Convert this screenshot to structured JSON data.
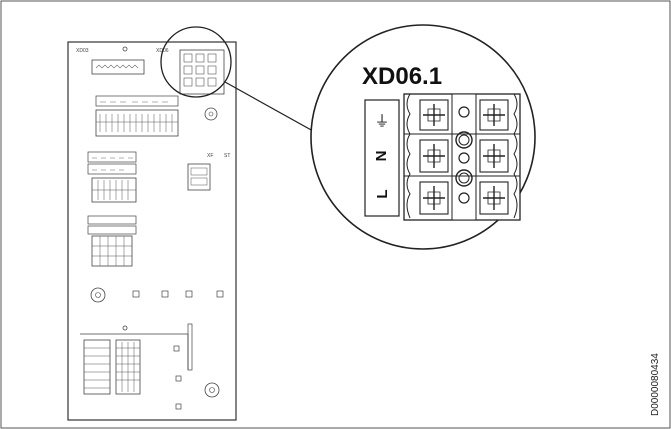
{
  "diagram": {
    "labels": {
      "board_connector_top_left": "XD03",
      "board_connector_top_right": "XD06",
      "board_connector_side": "XF",
      "board_connector_side_2": "ST",
      "zoom_terminal_title": "XD06.1",
      "doc_code": "D0000080434"
    },
    "terminals": [
      {
        "label": "⏚",
        "meaning": "protective earth"
      },
      {
        "label": "N",
        "meaning": "neutral"
      },
      {
        "label": "L",
        "meaning": "line"
      }
    ]
  }
}
